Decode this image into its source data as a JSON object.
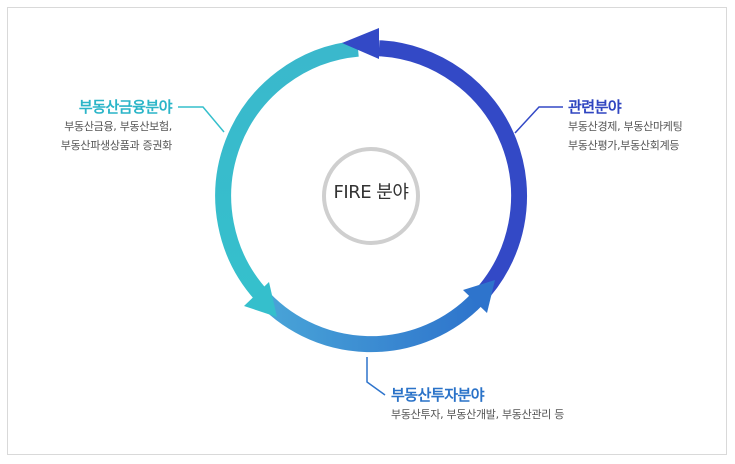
{
  "center": "FIRE 분야",
  "segments": [
    {
      "title": "부동산금융분야",
      "lines": [
        "부동산금융, 부동산보험,",
        "부동산파생상품과 증권화"
      ],
      "color": "#2bb5c8"
    },
    {
      "title": "관련분야",
      "lines": [
        "부동산경제, 부동산마케팅",
        "부동산평가,부동산회계등"
      ],
      "color": "#2f45c0"
    },
    {
      "title": "부동산투자분야",
      "lines": [
        "부동산투자, 부동산개발, 부동산관리 등"
      ],
      "color": "#2a72c8"
    }
  ]
}
